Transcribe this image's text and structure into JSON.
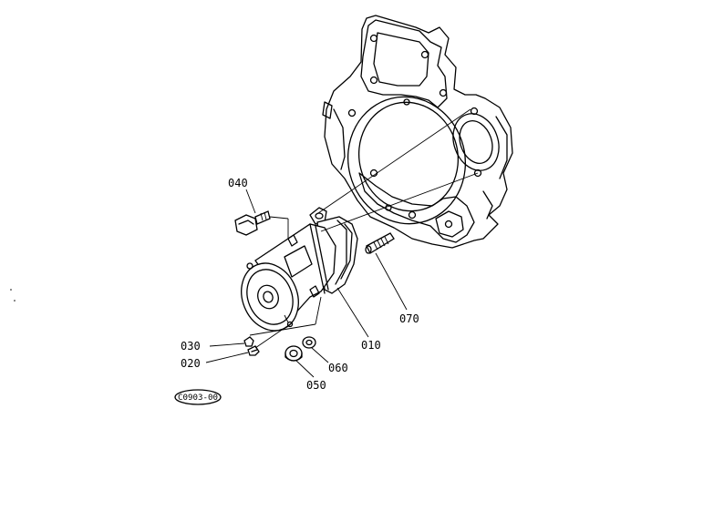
{
  "parts": [
    {
      "id": "p010",
      "label": "010"
    },
    {
      "id": "p020",
      "label": "020"
    },
    {
      "id": "p030",
      "label": "030"
    },
    {
      "id": "p040",
      "label": "040"
    },
    {
      "id": "p050",
      "label": "050"
    },
    {
      "id": "p060",
      "label": "060"
    },
    {
      "id": "p070",
      "label": "070"
    }
  ],
  "diagram_code": "C0903-00",
  "colors": {
    "ink": "#000000",
    "paper": "#ffffff"
  }
}
